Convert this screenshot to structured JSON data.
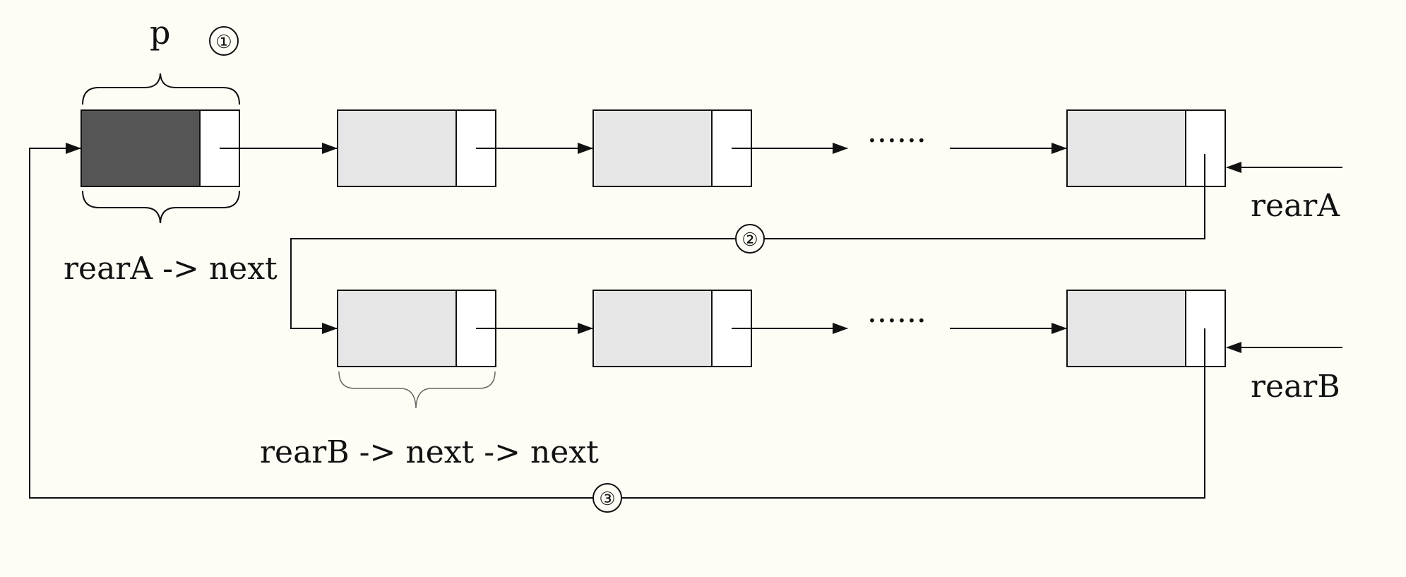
{
  "labels": {
    "p": "p",
    "rearA_next": "rearA -> next",
    "rearA": "rearA",
    "rearB": "rearB",
    "rearB_next_next": "rearB -> next -> next",
    "ellipsis": "······"
  },
  "steps": [
    "①",
    "②",
    "③"
  ],
  "list_a": {
    "nodes": [
      {
        "kind": "head"
      },
      {
        "kind": "data"
      },
      {
        "kind": "data"
      },
      {
        "kind": "data"
      }
    ]
  },
  "list_b": {
    "nodes": [
      {
        "kind": "data"
      },
      {
        "kind": "data"
      },
      {
        "kind": "data"
      }
    ]
  },
  "colors": {
    "head_fill": "#555555",
    "node_fill": "#e6e6e6",
    "background": "#fdfcf5"
  }
}
